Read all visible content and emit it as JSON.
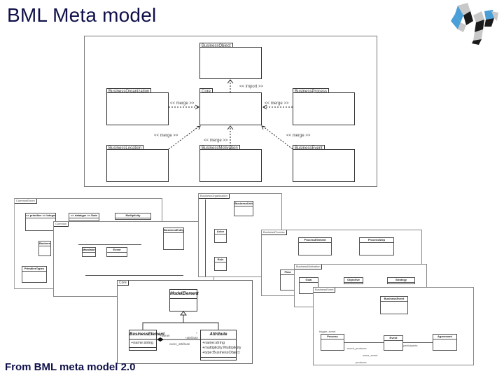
{
  "slide": {
    "title": "BML Meta model",
    "caption": "From BML meta model 2.0"
  },
  "logo": {
    "icon": "butterfly-cube-logo",
    "colors": [
      "#4a9fd8",
      "#1a1a1a",
      "#c8c8c8"
    ]
  },
  "main_diagram": {
    "packages": [
      {
        "id": "business-object",
        "name": "BusinessObject"
      },
      {
        "id": "business-organization",
        "name": "BusinessOrganization"
      },
      {
        "id": "core",
        "name": "Core"
      },
      {
        "id": "business-process",
        "name": "BusinessProcess"
      },
      {
        "id": "business-location",
        "name": "BusinessLocation"
      },
      {
        "id": "business-motivation",
        "name": "BusinessMotivation"
      },
      {
        "id": "business-event",
        "name": "BusinessEvent"
      }
    ],
    "dependencies": {
      "import": "<< import >>",
      "merge_org": "<< merge >>",
      "merge_process": "<< merge >>",
      "merge_location": "<< merge >>",
      "merge_motivation": "<< merge >>",
      "merge_event": "<< merge >>"
    }
  },
  "thumbnails": {
    "t1": {
      "tab": "CommonEnum",
      "boxes": [
        "<< primitive >> Integer",
        "<< datatype >> Date",
        "Multiplicity",
        "PrimitiveTypes",
        "BusinessE"
      ]
    },
    "t2": {
      "tab": "Common",
      "boxes": [
        "Mandatory",
        "BusinessEntity",
        "Event"
      ]
    },
    "t3": {
      "tab": "BusinessOrganization",
      "boxes": [
        "BusinessUnit",
        "Actor",
        "Role"
      ]
    },
    "t4": {
      "tab": "BusinessProcess",
      "boxes": [
        "ProcessElement",
        "ProcessStep",
        "Flow"
      ]
    },
    "t5": {
      "tab": "BusinessMotivation",
      "boxes": [
        "Goal",
        "Objective",
        "Strategy"
      ]
    },
    "t6": {
      "tab": "BusinessEvent",
      "boxes": [
        "BusinessEvent",
        "Process",
        "Event",
        "Agreement"
      ],
      "labels": [
        "trigger_event",
        "event_producer",
        "owns_event",
        "participants",
        "producer"
      ]
    }
  },
  "core_diagram": {
    "tab": "Core",
    "model_element": {
      "name": "ModelElement"
    },
    "business_element": {
      "name": "BusinessElement",
      "attributes": [
        "+name:string"
      ]
    },
    "attribute": {
      "name": "Attribute",
      "attributes": [
        "+name:string",
        "+multiplicity:Multiplicity",
        "+type:BusinessObject"
      ]
    },
    "association": {
      "name": "owns_attribute",
      "owner_role": "+owner",
      "attr_role": "+attribute",
      "multiplicity": "*"
    }
  }
}
